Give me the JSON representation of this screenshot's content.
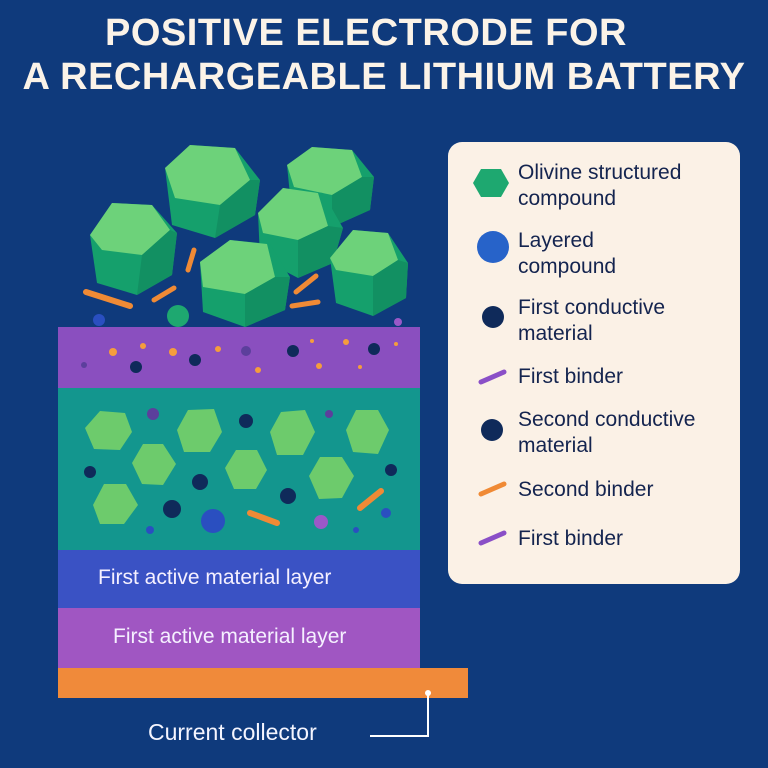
{
  "title": {
    "line1": "POSITIVE ELECTRODE FOR",
    "line2": "A RECHARGEABLE LITHIUM BATTERY"
  },
  "layers": {
    "layer1_label": "First active material layer",
    "layer2_label": "First active material layer",
    "current_collector_label": "Current collector"
  },
  "legend": {
    "items": [
      {
        "label_line1": "Olivine structured",
        "label_line2": "compound",
        "icon": "green-hexagon-icon",
        "color": "#1ea870"
      },
      {
        "label_line1": "Layered",
        "label_line2": "compound",
        "icon": "blue-circle-icon",
        "color": "#2763c9"
      },
      {
        "label_line1": "First conductive",
        "label_line2": "material",
        "icon": "dark-dot-icon",
        "color": "#0f2a5a"
      },
      {
        "label_line1": "First binder",
        "label_line2": "",
        "icon": "purple-dash-icon",
        "color": "#8a4fc7"
      },
      {
        "label_line1": "Second conductive",
        "label_line2": "material",
        "icon": "dark-dot-icon",
        "color": "#0f2a5a"
      },
      {
        "label_line1": "Second binder",
        "label_line2": "",
        "icon": "orange-dash-icon",
        "color": "#f08a35"
      },
      {
        "label_line1": "First binder",
        "label_line2": "",
        "icon": "purple-dash-icon",
        "color": "#8a4fc7"
      }
    ]
  },
  "colors": {
    "background": "#0f3a7c",
    "top_layer": "#8a4fbf",
    "teal_layer": "#13968e",
    "blue_layer": "#3a52c4",
    "purple_layer": "#a056c2",
    "current_collector": "#f08a3a",
    "crystal_light": "#6dd27a",
    "crystal_dark": "#15a06c"
  }
}
